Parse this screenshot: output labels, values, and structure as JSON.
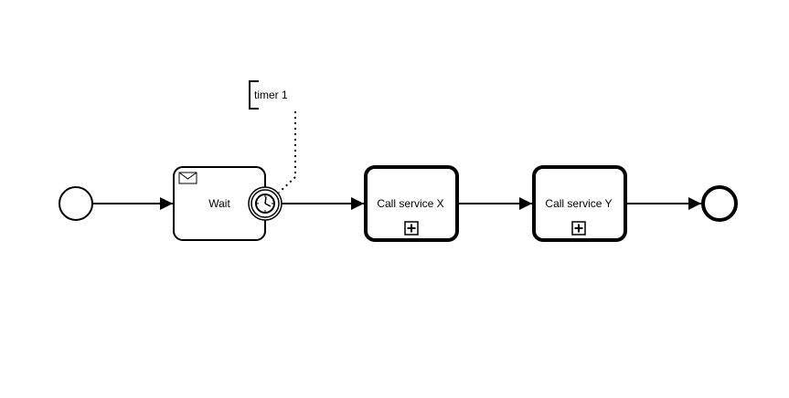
{
  "diagram": {
    "annotation": {
      "text": "timer 1"
    },
    "tasks": [
      {
        "id": "wait",
        "label": "Wait",
        "kind": "receive-task",
        "icon": "envelope-icon"
      },
      {
        "id": "call-x",
        "label": "Call service X",
        "kind": "collapsed-subprocess",
        "icon": "plus-marker-icon"
      },
      {
        "id": "call-y",
        "label": "Call service Y",
        "kind": "collapsed-subprocess",
        "icon": "plus-marker-icon"
      }
    ],
    "events": [
      {
        "id": "start",
        "kind": "start-event"
      },
      {
        "id": "timer",
        "kind": "boundary-timer-event",
        "icon": "clock-icon",
        "attached_to": "wait"
      },
      {
        "id": "end",
        "kind": "end-event"
      }
    ],
    "flows": [
      {
        "from": "start",
        "to": "wait"
      },
      {
        "from": "timer",
        "to": "call-x"
      },
      {
        "from": "call-x",
        "to": "call-y"
      },
      {
        "from": "call-y",
        "to": "end"
      }
    ],
    "colors": {
      "stroke": "#000000",
      "fill": "#ffffff"
    }
  }
}
